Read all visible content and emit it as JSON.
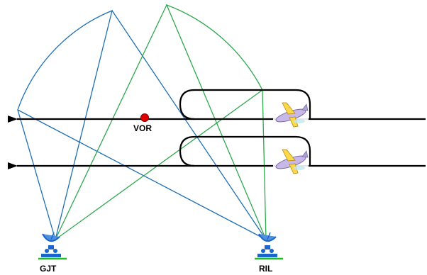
{
  "labels": {
    "vor": "VOR",
    "station_left": "GJT",
    "station_right": "RIL"
  },
  "icons": {
    "aircraft": "airplane-icon",
    "station": "radar-dish-icon",
    "navaid": "vor-marker-icon"
  },
  "colors": {
    "coverage_left": "#1f6fb5",
    "coverage_right": "#2fa84f",
    "flight_path": "#000000",
    "vor_marker": "#e00000",
    "station_dish": "#1a66cc",
    "station_base": "#22bb22",
    "airplane_body": "#c8b8e8",
    "airplane_wing": "#ffd84a"
  }
}
